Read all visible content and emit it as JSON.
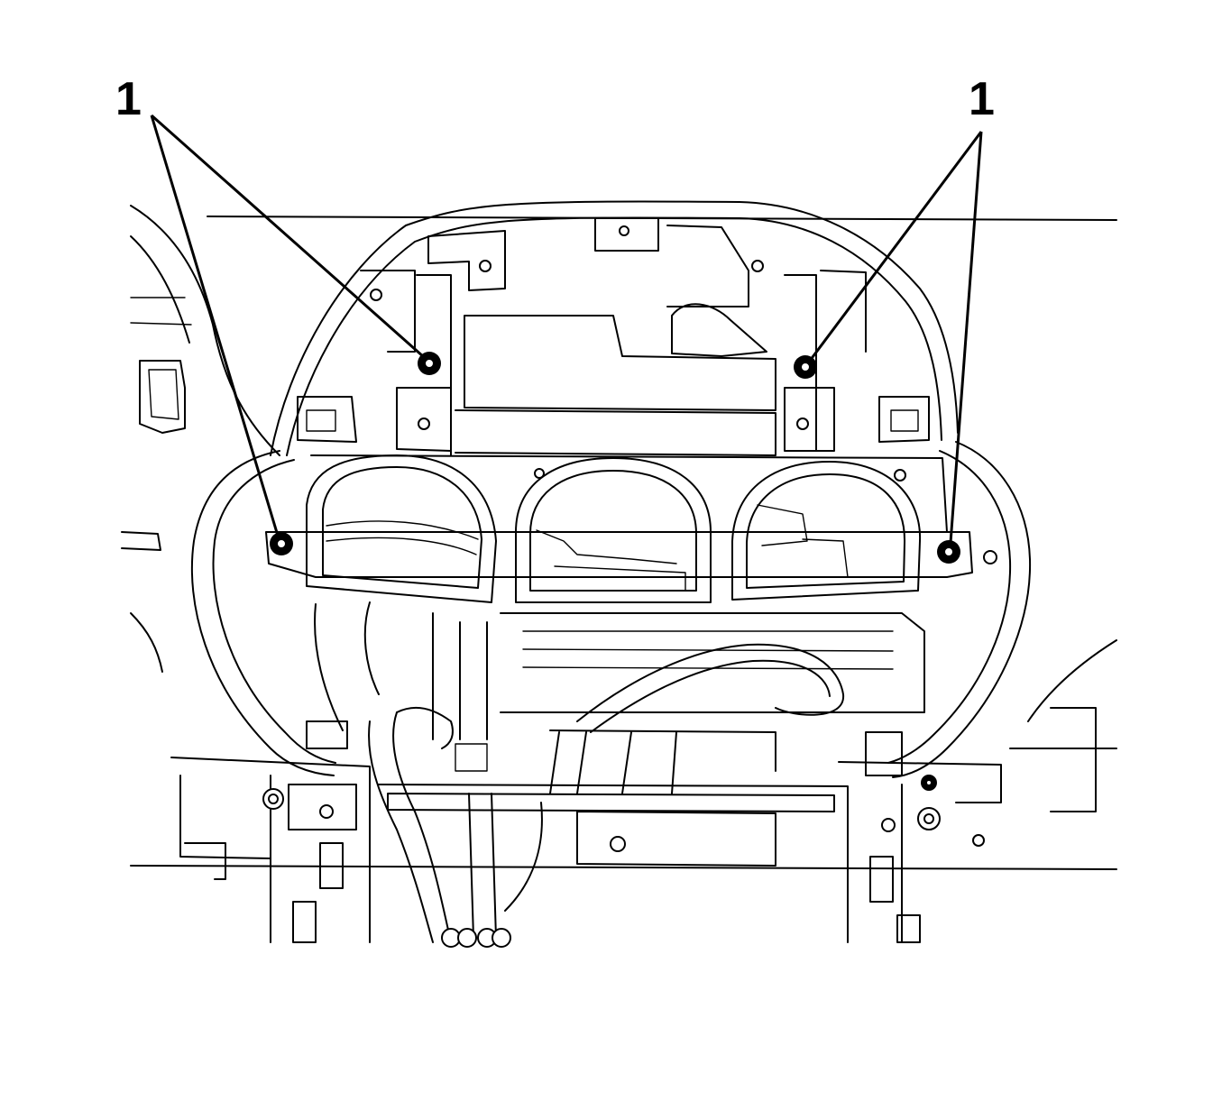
{
  "callouts": [
    {
      "label": "1",
      "side": "left"
    },
    {
      "label": "1",
      "side": "right"
    }
  ],
  "colors": {
    "line": "#000000",
    "background": "#ffffff"
  }
}
